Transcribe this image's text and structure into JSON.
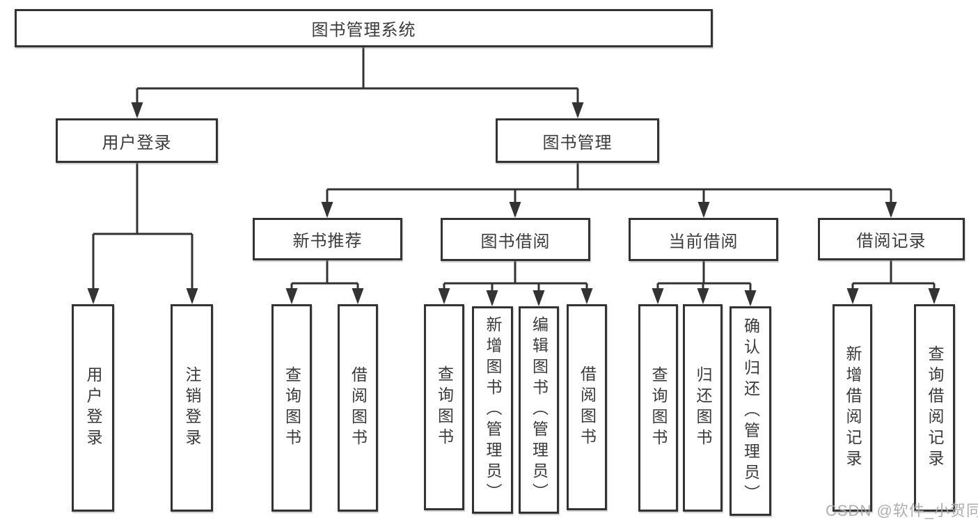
{
  "diagram_title": "图书管理系统",
  "tree": {
    "root": {
      "id": "library-management-system",
      "label": "图书管理系统"
    },
    "level2": [
      {
        "id": "user-login-module",
        "label": "用户登录"
      },
      {
        "id": "book-management-module",
        "label": "图书管理"
      }
    ],
    "level3": [
      {
        "id": "new-book-recommendation",
        "label": "新书推荐",
        "parent": "图书管理"
      },
      {
        "id": "book-borrowing",
        "label": "图书借阅",
        "parent": "图书管理"
      },
      {
        "id": "current-borrowing",
        "label": "当前借阅",
        "parent": "图书管理"
      },
      {
        "id": "borrowing-records",
        "label": "借阅记录",
        "parent": "图书管理"
      }
    ],
    "leaves": [
      {
        "id": "user-login",
        "label": "用户登录",
        "parent": "用户登录"
      },
      {
        "id": "logout",
        "label": "注销登录",
        "parent": "用户登录"
      },
      {
        "id": "query-books-recommend",
        "label": "查询图书",
        "parent": "新书推荐"
      },
      {
        "id": "borrow-books-recommend",
        "label": "借阅图书",
        "parent": "新书推荐"
      },
      {
        "id": "query-books-borrow",
        "label": "查询图书",
        "parent": "图书借阅"
      },
      {
        "id": "add-books-admin",
        "label": "新增图书（管理员）",
        "parent": "图书借阅"
      },
      {
        "id": "edit-books-admin",
        "label": "编辑图书（管理员）",
        "parent": "图书借阅"
      },
      {
        "id": "borrow-books",
        "label": "借阅图书",
        "parent": "图书借阅"
      },
      {
        "id": "query-books-current",
        "label": "查询图书",
        "parent": "当前借阅"
      },
      {
        "id": "return-books",
        "label": "归还图书",
        "parent": "当前借阅"
      },
      {
        "id": "confirm-return-admin",
        "label": "确认归还（管理员）",
        "parent": "当前借阅"
      },
      {
        "id": "add-borrow-record",
        "label": "新增借阅记录",
        "parent": "借阅记录"
      },
      {
        "id": "query-borrow-record",
        "label": "查询借阅记录",
        "parent": "借阅记录"
      }
    ]
  },
  "watermark": "CSDN @软件_小贺同学",
  "colors": {
    "line": "#333333",
    "box_border": "#333333",
    "box_fill": "#ffffff",
    "text": "#3a3a3a",
    "watermark": "#a5a5a5"
  }
}
